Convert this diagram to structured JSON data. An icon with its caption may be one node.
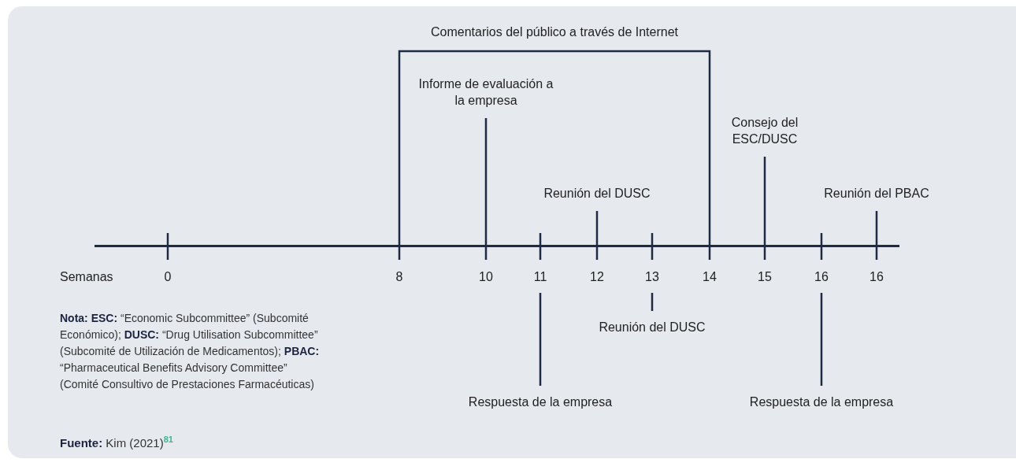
{
  "diagram": {
    "nodes": [
      {
        "text": [
          "Informe de evaluación a la empresa"
        ]
      },
      {
        "text": [
          "Reunión del DUSC"
        ]
      },
      {
        "text": [
          "Consejo del ESC/DUSC"
        ]
      },
      {
        "text": [
          "Reunión del PBAC"
        ]
      },
      {
        "text": [
          "Reunión del DUSC"
        ]
      },
      {
        "text": [
          "Respuesta de la empresa"
        ]
      },
      {
        "text": [
          "Respuesta de la empresa"
        ]
      },
      {
        "text": [],
        "shape": "bar"
      }
    ],
    "edges": [
      {
        "from": 0,
        "to": 7,
        "arrow": "none"
      },
      {
        "from": 1,
        "to": 7,
        "arrow": "none"
      },
      {
        "from": 2,
        "to": 7,
        "arrow": "none"
      },
      {
        "from": 3,
        "to": 7,
        "arrow": "none"
      },
      {
        "from": 4,
        "to": null,
        "arrow": "none"
      },
      {
        "from": 5,
        "to": null,
        "arrow": "none"
      },
      {
        "from": 6,
        "to": null,
        "arrow": "none"
      }
    ],
    "labels": [
      "Comentarios del público a través de Internet",
      "Semanas",
      "0",
      "8",
      "10",
      "11",
      "12",
      "13",
      "14",
      "15",
      "16",
      "16",
      "**Nota:** **ESC:** “Economic Subcommittee” (Subcomité Económico); **DUSC:** “Drug Utilisation Subcommittee” (Subcomité de Utilización de Medicamentos); **PBAC:** “Pharmaceutical Benefits Advisory Committee” (Comité Consultivo de Prestaciones Farmacéuticas)",
      "**Fuente:** Kim (2021)$^{81}$"
    ]
  }
}
